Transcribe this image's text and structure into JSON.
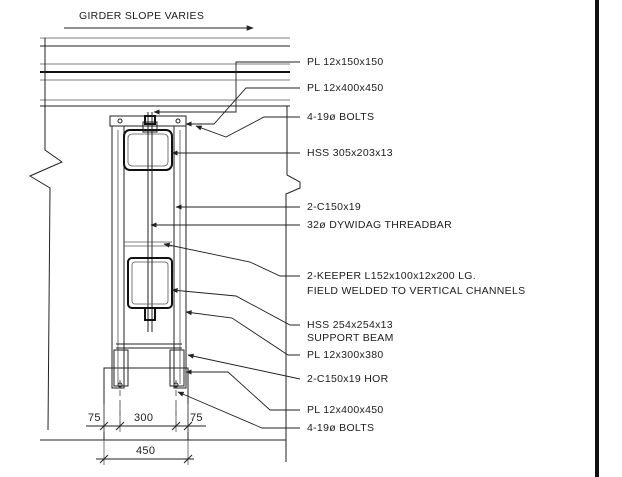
{
  "top_note": "GIRDER SLOPE VARIES",
  "callouts": [
    "PL 12x150x150",
    "PL 12x400x450",
    "4-19ø BOLTS",
    "HSS 305x203x13",
    "2-C150x19",
    "32ø DYWIDAG THREADBAR",
    "2-KEEPER L152x100x12x200 LG.",
    "FIELD WELDED TO VERTICAL CHANNELS",
    "HSS 254x254x13",
    "SUPPORT BEAM",
    "PL 12x300x380",
    "2-C150x19 HOR",
    "PL 12x400x450",
    "4-19ø BOLTS"
  ],
  "dimensions": {
    "left_edge": "75",
    "bolt_spacing": "300",
    "right_edge": "75",
    "overall": "450"
  }
}
